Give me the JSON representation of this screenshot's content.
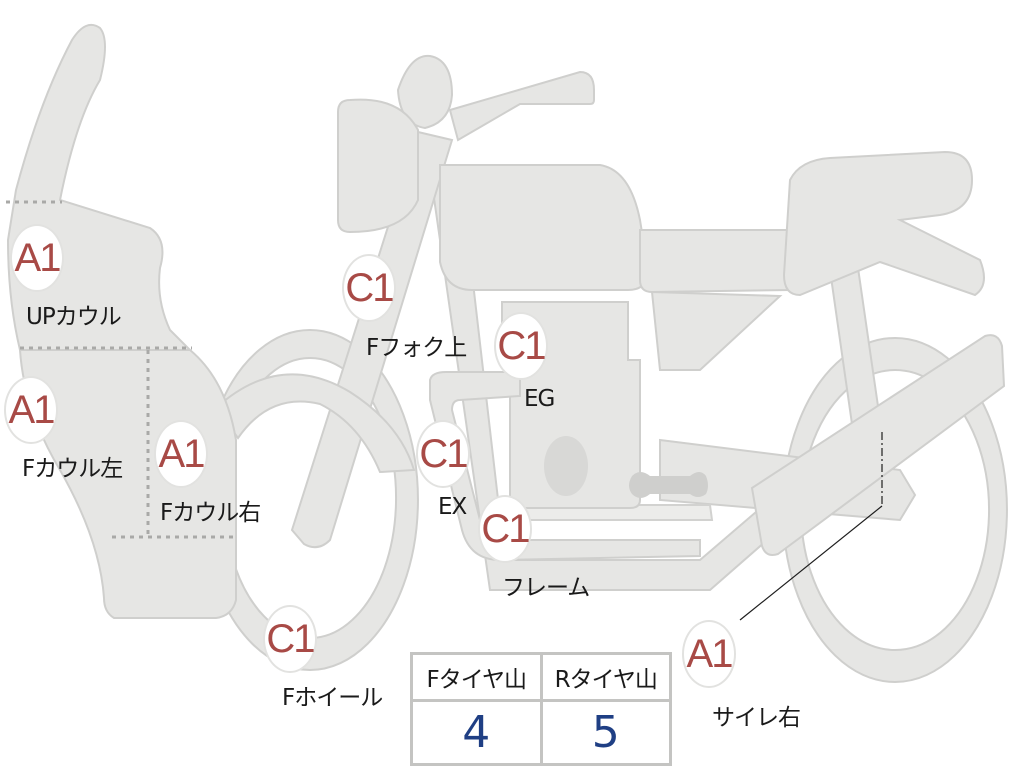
{
  "badges": {
    "up_cowl": "A1",
    "f_cowl_left": "A1",
    "f_cowl_right": "A1",
    "f_fork_upper": "C1",
    "engine": "C1",
    "exhaust": "C1",
    "frame": "C1",
    "f_wheel": "C1",
    "silencer_right": "A1"
  },
  "labels": {
    "up_cowl": "UPカウル",
    "f_cowl_left": "Fカウル左",
    "f_cowl_right": "Fカウル右",
    "f_fork_upper": "Fフォク上",
    "engine": "EG",
    "exhaust": "EX",
    "frame": "フレーム",
    "f_wheel": "Fホイール",
    "silencer_right": "サイレ右"
  },
  "tire_table": {
    "headers": [
      "Fタイヤ山",
      "Rタイヤ山"
    ],
    "values": [
      "4",
      "5"
    ]
  },
  "colors": {
    "grade_text": "#a84a46",
    "value_text": "#1f3f84",
    "part_fill": "#e6e6e4"
  }
}
